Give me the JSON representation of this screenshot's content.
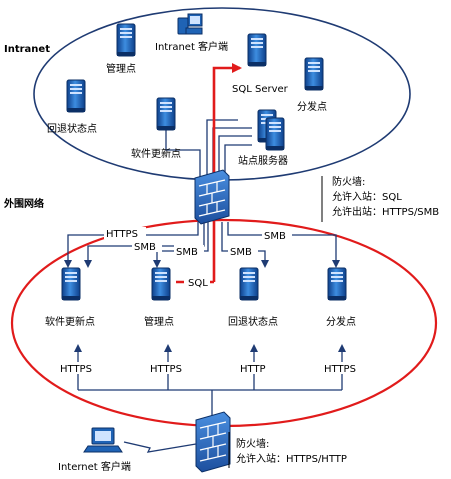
{
  "zones": {
    "intranet": {
      "label": "Intranet"
    },
    "perimeter": {
      "label": "外围网络"
    },
    "internet_client": {
      "label": "Internet 客户端"
    }
  },
  "nodes": {
    "intranet_client": "Intranet 客户端",
    "management_point_internal": "管理点",
    "sql_server": "SQL Server",
    "fallback_status_point_internal": "回退状态点",
    "distribution_point_internal": "分发点",
    "software_update_point_internal": "软件更新点",
    "site_server": "站点服务器",
    "software_update_point_dmz": "软件更新点",
    "management_point_dmz": "管理点",
    "fallback_status_point_dmz": "回退状态点",
    "distribution_point_dmz": "分发点"
  },
  "firewall_internal": {
    "title": "防火墙:",
    "inbound": "允许入站：SQL",
    "outbound": "允许出站：HTTPS/SMB"
  },
  "firewall_external": {
    "title": "防火墙:",
    "inbound": "允许入站：HTTPS/HTTP"
  },
  "protocols": {
    "https_top": "HTTPS",
    "smb_1": "SMB",
    "smb_2": "SMB",
    "smb_3": "SMB",
    "smb_4": "SMB",
    "sql": "SQL",
    "in_1": "HTTPS",
    "in_2": "HTTPS",
    "in_3": "HTTP",
    "in_4": "HTTPS"
  },
  "colors": {
    "ellipse_stroke": "#1f3b73",
    "perimeter_stroke": "#e11b1b",
    "server_blue": "#1f63b5",
    "arrow": "#1f3b73",
    "sql_arrow": "#e11b1b"
  }
}
